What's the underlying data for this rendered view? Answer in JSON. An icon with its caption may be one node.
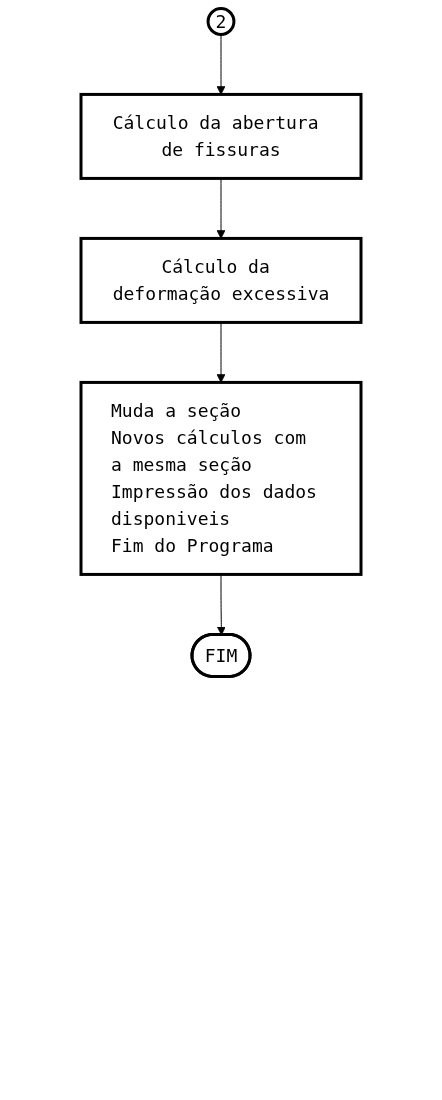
{
  "diagram": {
    "nodes": [
      {
        "text": [
          "2"
        ]
      },
      {
        "text": [
          "Cálculo da abertura de fissuras"
        ]
      },
      {
        "text": [
          "Cálculo da deformação excessiva"
        ]
      },
      {
        "text": [
          "Muda a seção",
          "Novos cálculos com a mesma seção",
          "Impressão dos dados disponiveis",
          "Fim do Programa"
        ]
      },
      {
        "text": [
          "FIM"
        ]
      }
    ],
    "edges": [
      {
        "from": 0,
        "to": 1,
        "arrow": "to"
      },
      {
        "from": 1,
        "to": 2,
        "arrow": "to"
      },
      {
        "from": 2,
        "to": 3,
        "arrow": "to"
      },
      {
        "from": 3,
        "to": 4,
        "arrow": "to"
      }
    ]
  }
}
